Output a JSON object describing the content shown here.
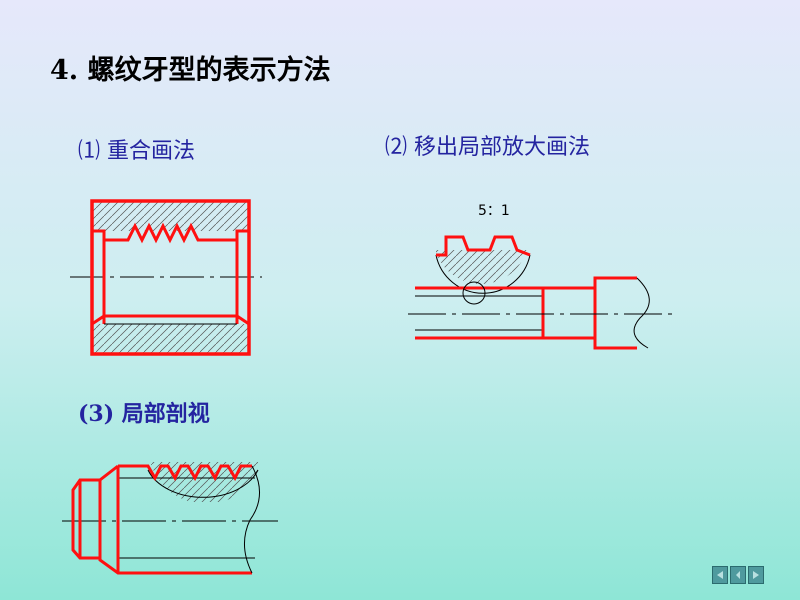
{
  "slide": {
    "title": "4. 螺纹牙型的表示方法",
    "section1": "⑴ 重合画法",
    "section2": "⑵ 移出局部放大画法",
    "section3": "(3) 局部剖视",
    "scale_label": "5：1"
  },
  "colors": {
    "outline": "#ff1010",
    "thin": "#000000",
    "background_top": "#e6e8fb",
    "background_bottom": "#8ee6d6",
    "title_text": "#000000",
    "section_text": "#2424a0",
    "nav_button": "#4f9a9e"
  },
  "nav": {
    "icons": [
      "first-icon",
      "previous-icon",
      "next-icon"
    ]
  }
}
